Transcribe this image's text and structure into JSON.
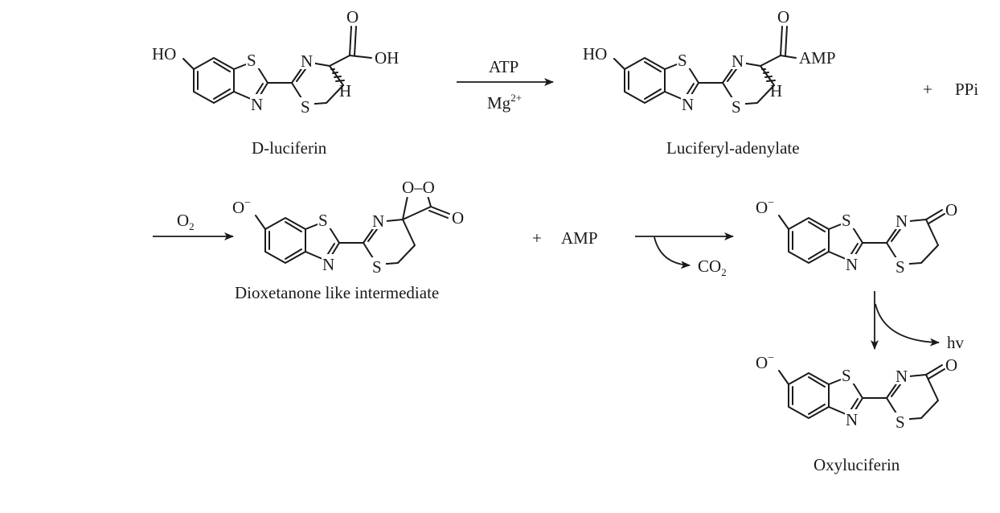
{
  "atoms": {
    "ho": "HO",
    "s": "S",
    "n": "N",
    "o": "O",
    "oh": "OH",
    "h": "H",
    "amp": "AMP",
    "o_minus": "O",
    "minus": "−",
    "oo": "O–O"
  },
  "labels": {
    "d_luciferin": "D-luciferin",
    "luciferyl_adenylate": "Luciferyl-adenylate",
    "dioxetanone": "Dioxetanone like intermediate",
    "oxyluciferin": "Oxyluciferin"
  },
  "reagents": {
    "atp": "ATP",
    "mg": "Mg",
    "mg_charge": "2+",
    "o2": "O",
    "o2_sub": "2",
    "plus": "+",
    "ppi": "PPi",
    "amp": "AMP",
    "co2": "CO",
    "co2_sub": "2",
    "hv": "hv"
  },
  "colors": {
    "ink": "#1a1a1a",
    "background": "#ffffff"
  }
}
